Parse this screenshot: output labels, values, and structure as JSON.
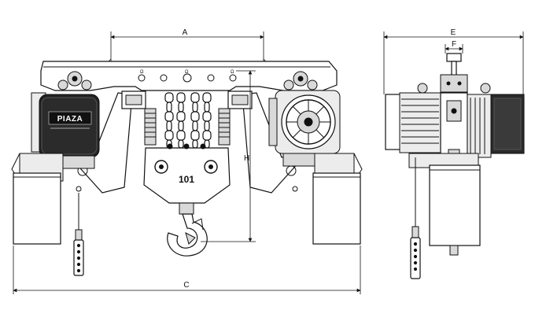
{
  "dimensions": {
    "A": "A",
    "C": "C",
    "E": "E",
    "F": "F",
    "H": "H"
  },
  "brand": "PIAZA",
  "model_number": "101",
  "icons": {
    "front_view": "hoist-front-view",
    "side_view": "hoist-side-view",
    "hook": "hook-icon",
    "pendant": "pendant-control-icon"
  }
}
